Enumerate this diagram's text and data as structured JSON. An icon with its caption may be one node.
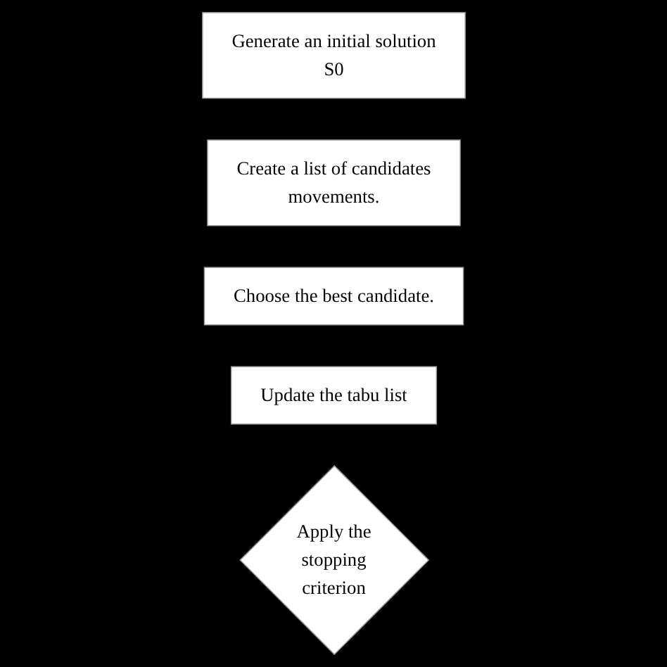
{
  "diagram": {
    "nodes": [
      {
        "text": [
          "Generate an initial solution S0"
        ]
      },
      {
        "text": [
          "Create a list of candidates movements."
        ]
      },
      {
        "text": [
          "Choose the best candidate."
        ]
      },
      {
        "text": [
          "Update the tabu list"
        ]
      },
      {
        "text": [
          "Apply the stopping criterion"
        ]
      }
    ]
  }
}
